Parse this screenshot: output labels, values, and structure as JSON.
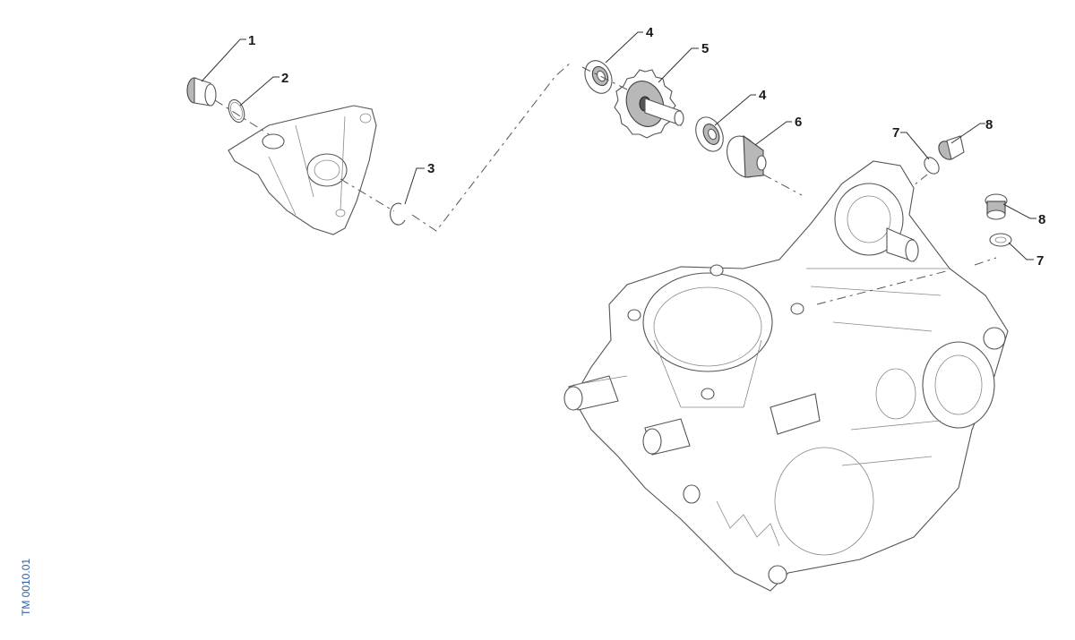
{
  "callouts": [
    {
      "num": "1"
    },
    {
      "num": "2"
    },
    {
      "num": "3"
    },
    {
      "num": "4"
    },
    {
      "num": "5"
    },
    {
      "num": "4"
    },
    {
      "num": "6"
    },
    {
      "num": "7"
    },
    {
      "num": "8"
    },
    {
      "num": "8"
    },
    {
      "num": "7"
    }
  ],
  "drawing_code": "TM 0010.01",
  "colors": {
    "drawing_code": "#2f5fa6",
    "linework": "#555555",
    "part_fill": "#b8b8b8"
  }
}
